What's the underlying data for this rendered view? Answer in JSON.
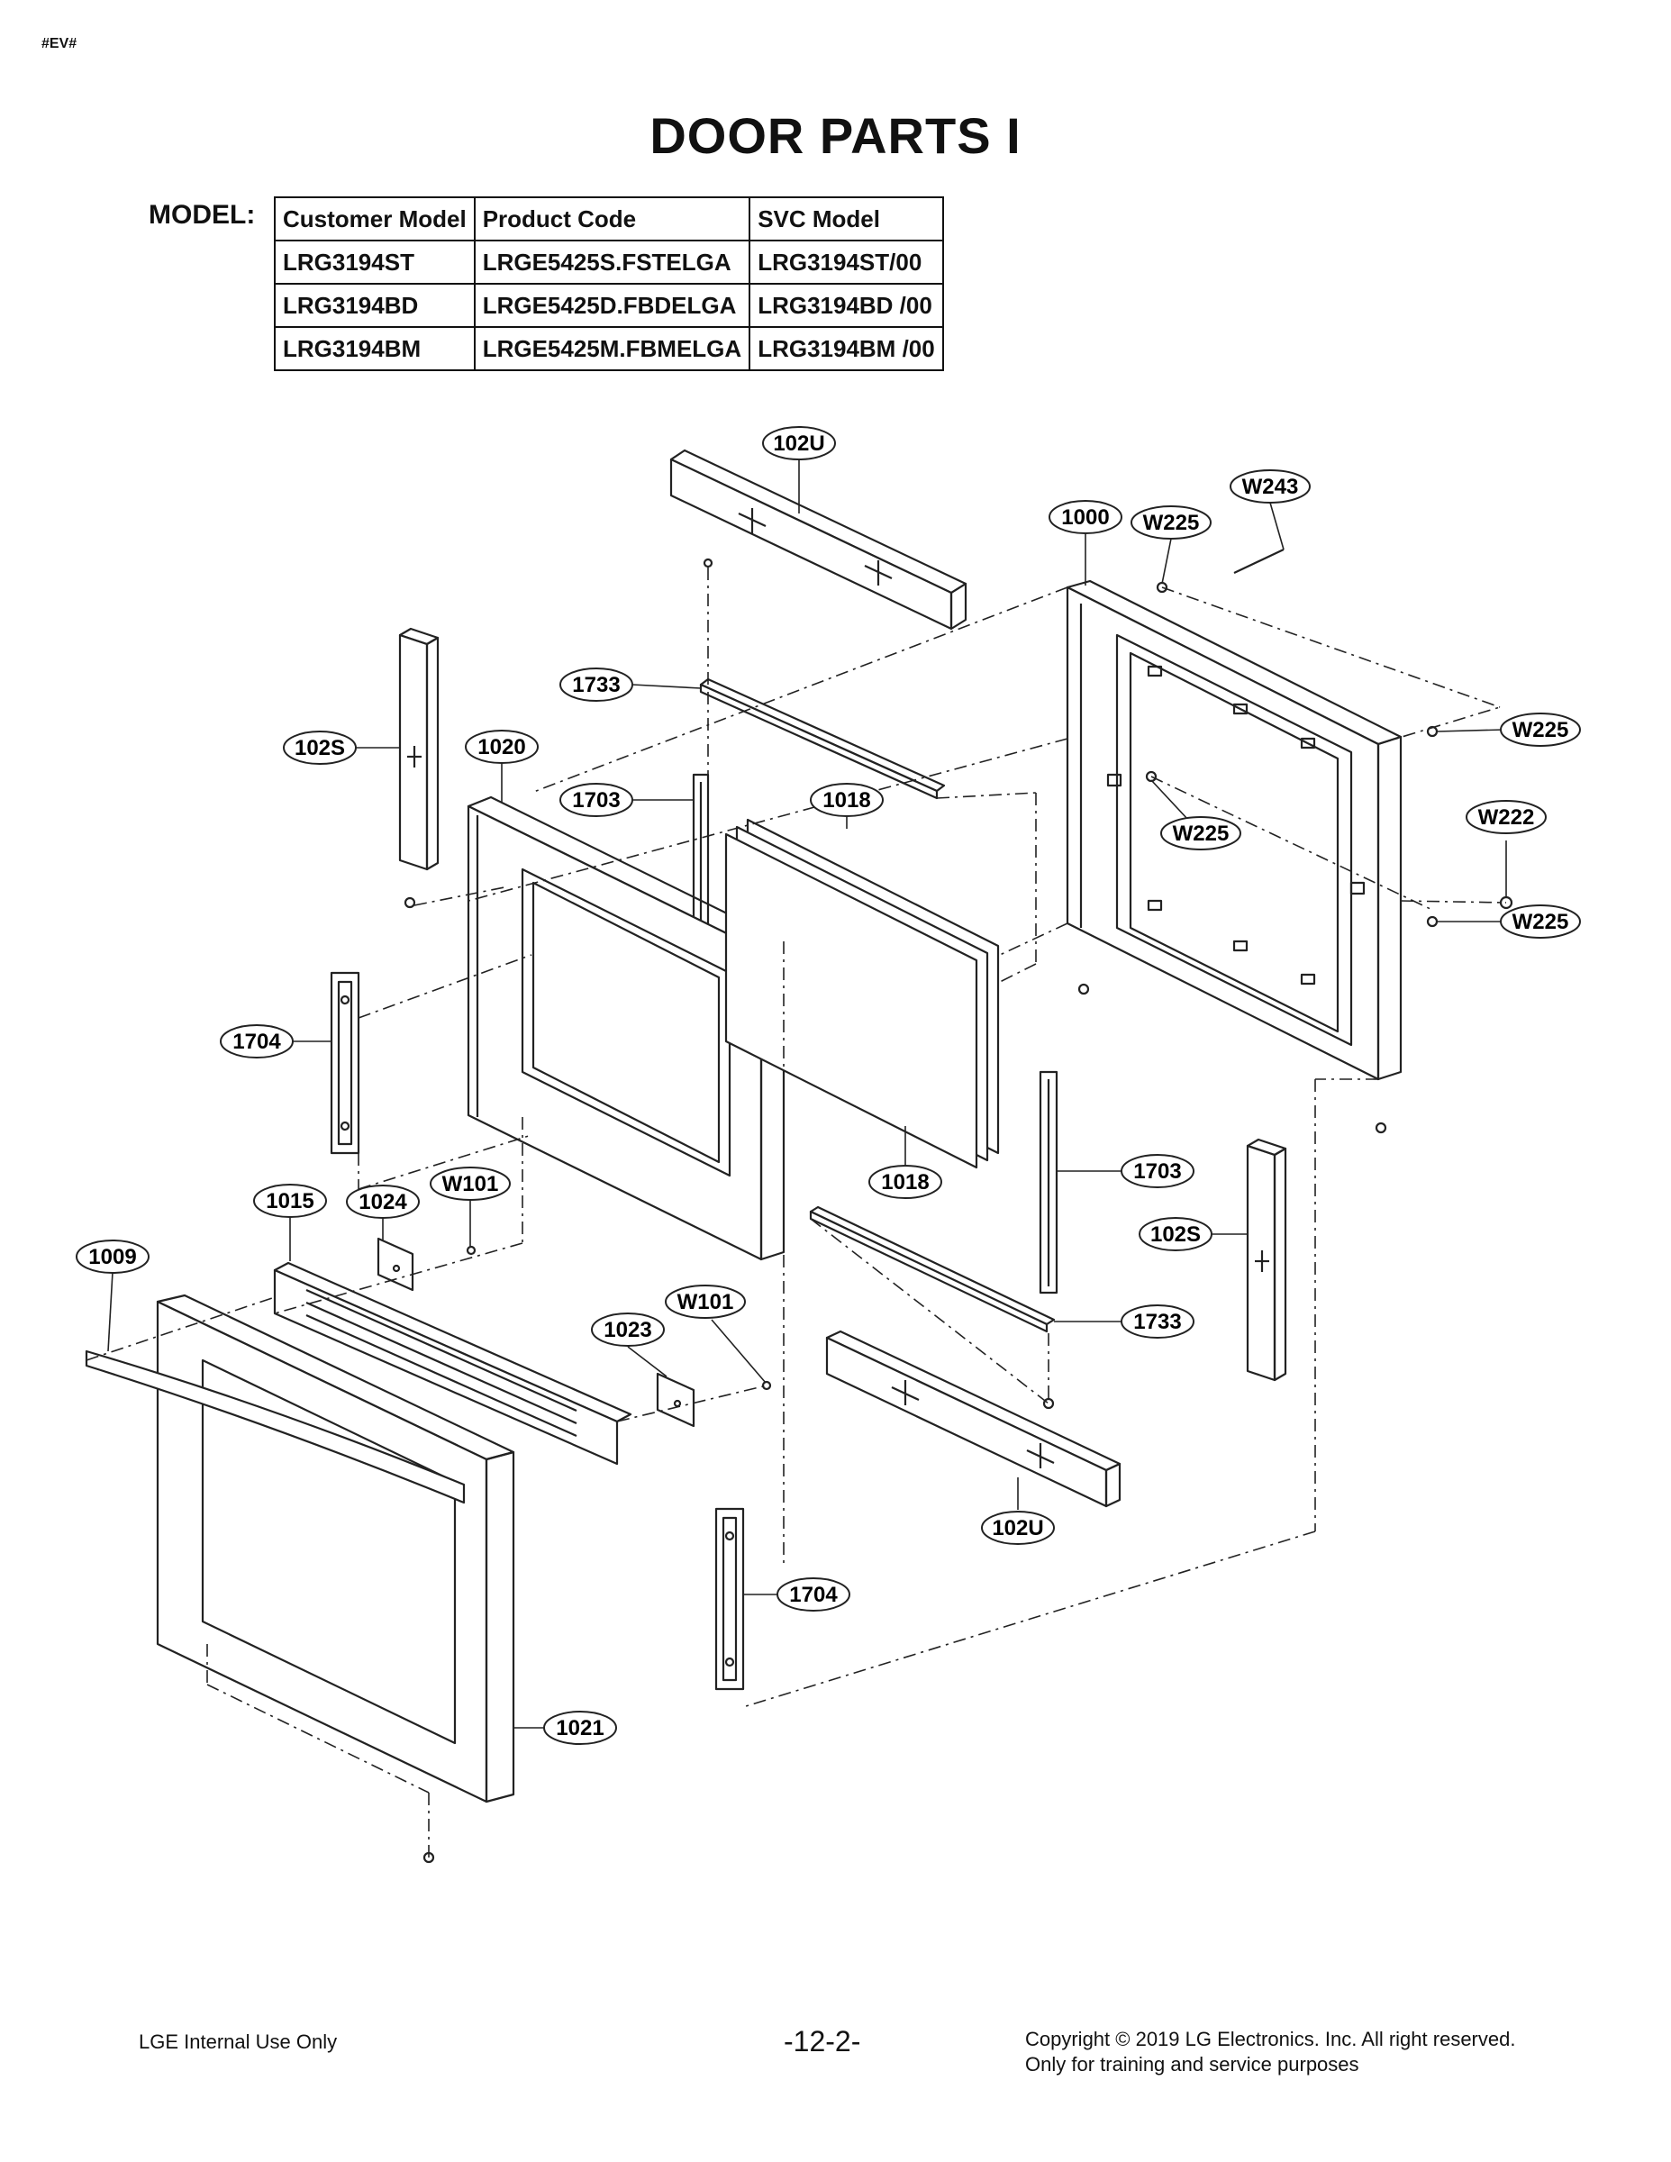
{
  "page": {
    "code": "#EV#",
    "title": "DOOR PARTS I",
    "model_label": "MODEL:"
  },
  "model_table": {
    "headers": [
      "Customer Model",
      "Product Code",
      "SVC Model"
    ],
    "rows": [
      [
        "LRG3194ST",
        "LRGE5425S.FSTELGA",
        "LRG3194ST/00"
      ],
      [
        "LRG3194BD",
        "LRGE5425D.FBDELGA",
        "LRG3194BD /00"
      ],
      [
        "LRG3194BM",
        "LRGE5425M.FBMELGA",
        "LRG3194BM /00"
      ]
    ]
  },
  "callouts": [
    {
      "id": "c-102u-top",
      "label": "102U"
    },
    {
      "id": "c-w243",
      "label": "W243"
    },
    {
      "id": "c-1000",
      "label": "1000"
    },
    {
      "id": "c-w225-a",
      "label": "W225"
    },
    {
      "id": "c-1733-top",
      "label": "1733"
    },
    {
      "id": "c-102s-left",
      "label": "102S"
    },
    {
      "id": "c-1020",
      "label": "1020"
    },
    {
      "id": "c-1703-top",
      "label": "1703"
    },
    {
      "id": "c-1018-top",
      "label": "1018"
    },
    {
      "id": "c-w225-b",
      "label": "W225"
    },
    {
      "id": "c-w225-c",
      "label": "W225"
    },
    {
      "id": "c-w222",
      "label": "W222"
    },
    {
      "id": "c-w225-d",
      "label": "W225"
    },
    {
      "id": "c-1704-left",
      "label": "1704"
    },
    {
      "id": "c-1018-bottom",
      "label": "1018"
    },
    {
      "id": "c-1703-right",
      "label": "1703"
    },
    {
      "id": "c-102s-right",
      "label": "102S"
    },
    {
      "id": "c-1015",
      "label": "1015"
    },
    {
      "id": "c-1024",
      "label": "1024"
    },
    {
      "id": "c-w101-a",
      "label": "W101"
    },
    {
      "id": "c-1009",
      "label": "1009"
    },
    {
      "id": "c-w101-b",
      "label": "W101"
    },
    {
      "id": "c-1023",
      "label": "1023"
    },
    {
      "id": "c-1733-bottom",
      "label": "1733"
    },
    {
      "id": "c-102u-bottom",
      "label": "102U"
    },
    {
      "id": "c-1704-bottom",
      "label": "1704"
    },
    {
      "id": "c-1021",
      "label": "1021"
    }
  ],
  "footer": {
    "left": "LGE Internal Use Only",
    "center": "-12-2-",
    "right_line1": "Copyright © 2019 LG Electronics. Inc. All right reserved.",
    "right_line2": "Only for training and service purposes"
  }
}
